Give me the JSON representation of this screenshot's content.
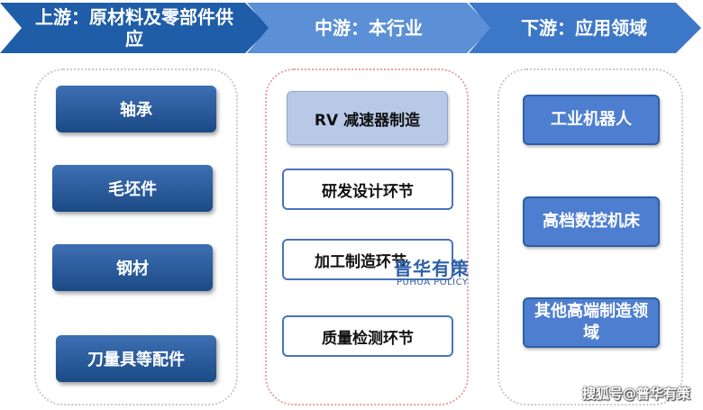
{
  "header": {
    "stages": [
      {
        "label": "上游：原材料及零部件供应",
        "color": "#1f5da8"
      },
      {
        "label": "中游：本行业",
        "color": "#5b8fd6"
      },
      {
        "label": "下游：应用领域",
        "color": "#3d78c8"
      }
    ]
  },
  "upstream": {
    "items": [
      "轴承",
      "毛坯件",
      "钢材",
      "刀量具等配件"
    ]
  },
  "midstream": {
    "title": "RV 减速器制造",
    "steps": [
      "研发设计环节",
      "加工制造环节",
      "质量检测环节"
    ]
  },
  "downstream": {
    "items": [
      "工业机器人",
      "高档数控机床",
      "其他高端制造领域"
    ]
  },
  "watermark": {
    "main": "普华有策",
    "sub": "PUHUA POLICY"
  },
  "credit": "搜狐号@普华有策"
}
